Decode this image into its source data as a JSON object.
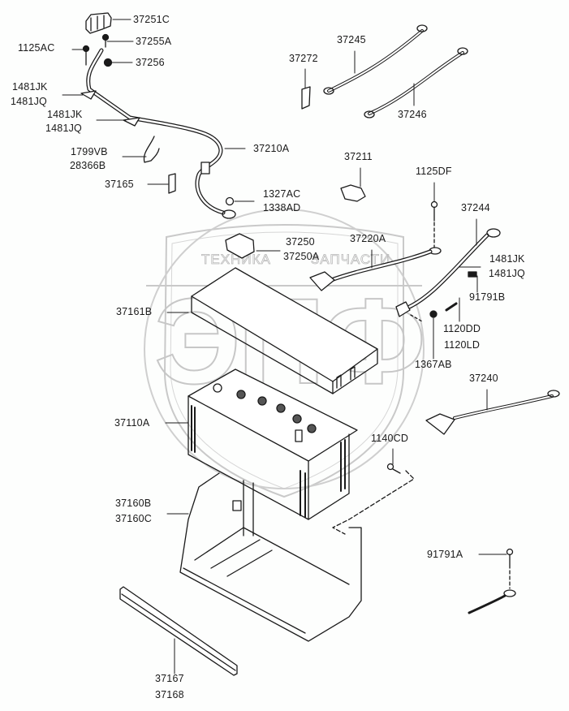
{
  "diagram": {
    "title": "Battery and cables parts diagram",
    "watermark": {
      "big_text": "ЭПФ",
      "left_text": "ТЕХНИКА",
      "right_text": "ЗАПЧАСТИ",
      "color": "#c7c7c7"
    },
    "line_color": "#1a1a1a",
    "labels": [
      {
        "id": "37251C",
        "lines": [
          "37251C"
        ]
      },
      {
        "id": "37255A",
        "lines": [
          "37255A"
        ]
      },
      {
        "id": "1125AC",
        "lines": [
          "1125AC"
        ]
      },
      {
        "id": "37256",
        "lines": [
          "37256"
        ]
      },
      {
        "id": "1481JK-a",
        "lines": [
          "1481JK",
          "1481JQ"
        ]
      },
      {
        "id": "1481JK-b",
        "lines": [
          "1481JK",
          "1481JQ"
        ]
      },
      {
        "id": "1799VB",
        "lines": [
          "1799VB",
          "28366B"
        ]
      },
      {
        "id": "37165",
        "lines": [
          "37165"
        ]
      },
      {
        "id": "37210A",
        "lines": [
          "37210A"
        ]
      },
      {
        "id": "1327AC",
        "lines": [
          "1327AC",
          "1338AD"
        ]
      },
      {
        "id": "37272",
        "lines": [
          "37272"
        ]
      },
      {
        "id": "37245",
        "lines": [
          "37245"
        ]
      },
      {
        "id": "37246",
        "lines": [
          "37246"
        ]
      },
      {
        "id": "37211",
        "lines": [
          "37211"
        ]
      },
      {
        "id": "1125DF",
        "lines": [
          "1125DF"
        ]
      },
      {
        "id": "37244",
        "lines": [
          "37244"
        ]
      },
      {
        "id": "37250",
        "lines": [
          "37250",
          "37250A"
        ]
      },
      {
        "id": "37220A",
        "lines": [
          "37220A"
        ]
      },
      {
        "id": "1481JK-c",
        "lines": [
          "1481JK",
          "1481JQ"
        ]
      },
      {
        "id": "91791B",
        "lines": [
          "91791B"
        ]
      },
      {
        "id": "37161B",
        "lines": [
          "37161B"
        ]
      },
      {
        "id": "1120DD",
        "lines": [
          "1120DD",
          "1120LD"
        ]
      },
      {
        "id": "1367AB",
        "lines": [
          "1367AB"
        ]
      },
      {
        "id": "37240",
        "lines": [
          "37240"
        ]
      },
      {
        "id": "37110A",
        "lines": [
          "37110A"
        ]
      },
      {
        "id": "1140CD",
        "lines": [
          "1140CD"
        ]
      },
      {
        "id": "37160B",
        "lines": [
          "37160B",
          "37160C"
        ]
      },
      {
        "id": "91791A",
        "lines": [
          "91791A"
        ]
      },
      {
        "id": "37167",
        "lines": [
          "37167",
          "37168"
        ]
      }
    ]
  }
}
